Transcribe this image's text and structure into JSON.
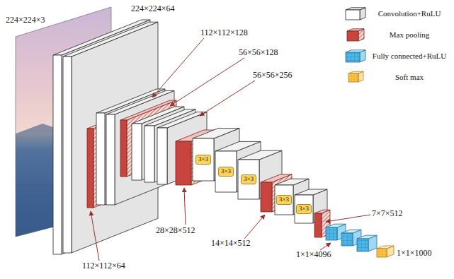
{
  "diagram": {
    "nodes": [
      {
        "text": [
          "3×3"
        ]
      },
      {
        "text": [
          "3×3"
        ]
      },
      {
        "text": [
          "3×3"
        ]
      },
      {
        "text": [
          "3×3"
        ]
      },
      {
        "text": [
          "3×3"
        ]
      }
    ],
    "labels": [
      "224×224×3",
      "224×224×64",
      "112×112×128",
      "56×56×128",
      "56×56×256",
      "28×28×512",
      "14×14×512",
      "7×7×512",
      "1×1×4096",
      "1×1×1000",
      "112×112×64"
    ],
    "legend": [
      {
        "text": "Convolution+RuLU"
      },
      {
        "text": "Max pooling"
      },
      {
        "text": "Fully connected+RuLU"
      },
      {
        "text": "Soft max"
      }
    ]
  }
}
